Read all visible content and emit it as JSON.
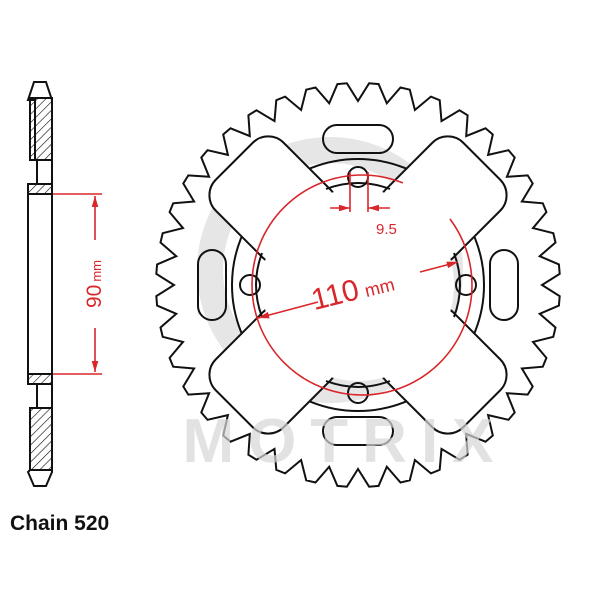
{
  "title": "Chain 520",
  "dimensions": {
    "hub_width_value": "90",
    "hub_width_unit": "mm",
    "bolt_circle_value": "110",
    "bolt_circle_unit": "mm",
    "bolt_hole": "9.5"
  },
  "watermark": "MOTRIX",
  "colors": {
    "outline": "#111111",
    "dimension": "#d9262b",
    "watermark": "#e3e3e3"
  }
}
